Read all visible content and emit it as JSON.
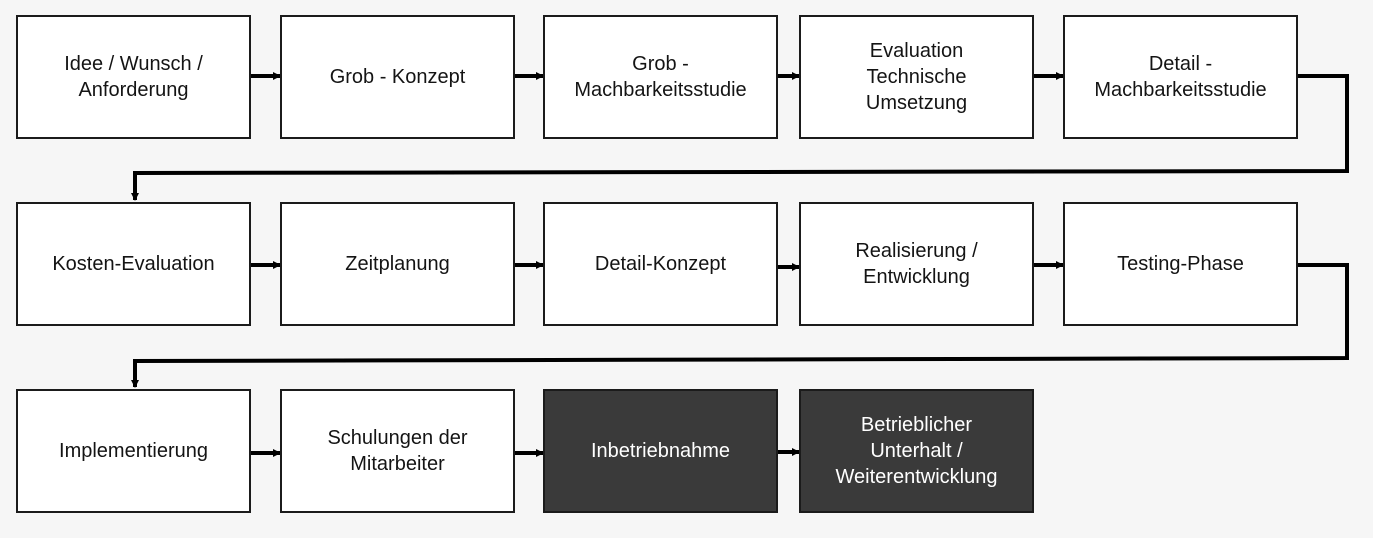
{
  "process": {
    "row1": [
      {
        "label": "Idee / Wunsch /\nAnforderung"
      },
      {
        "label": "Grob -  Konzept"
      },
      {
        "label": "Grob -\nMachbarkeitsstudie"
      },
      {
        "label": "Evaluation\nTechnische\nUmsetzung"
      },
      {
        "label": "Detail -\nMachbarkeitsstudie"
      }
    ],
    "row2": [
      {
        "label": "Kosten-Evaluation"
      },
      {
        "label": "Zeitplanung"
      },
      {
        "label": "Detail-Konzept"
      },
      {
        "label": "Realisierung /\nEntwicklung"
      },
      {
        "label": "Testing-Phase"
      }
    ],
    "row3": [
      {
        "label": "Implementierung"
      },
      {
        "label": "Schulungen der\nMitarbeiter"
      },
      {
        "label": "Inbetriebnahme"
      },
      {
        "label": "Betrieblicher\nUnterhalt /\nWeiterentwicklung"
      }
    ]
  },
  "colors": {
    "background": "#f6f6f6",
    "box_fill": "#ffffff",
    "box_fill_dark": "#3a3a3a",
    "stroke": "#000000"
  }
}
